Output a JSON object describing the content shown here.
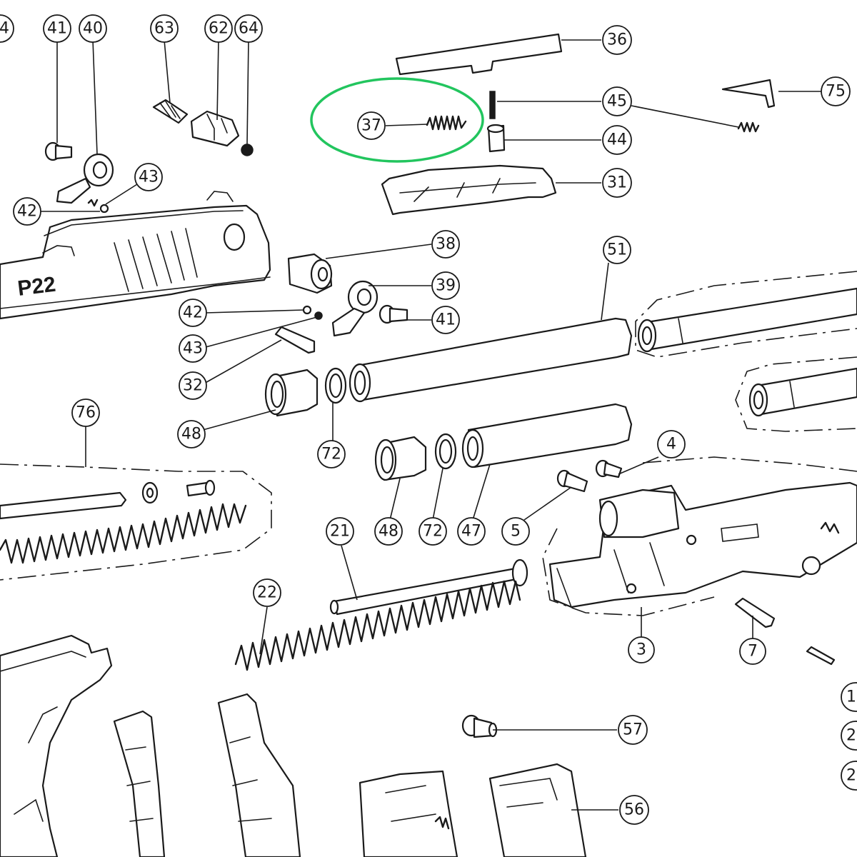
{
  "diagram": {
    "marking_text": "P22",
    "highlight_color": "#22c55e",
    "line_color": "#1a1a1a",
    "callouts": [
      {
        "id": "c-36",
        "label": "36"
      },
      {
        "id": "c-45",
        "label": "45"
      },
      {
        "id": "c-44",
        "label": "44"
      },
      {
        "id": "c-31",
        "label": "31"
      },
      {
        "id": "c-37",
        "label": "37"
      },
      {
        "id": "c-75",
        "label": "75"
      },
      {
        "id": "c-41a",
        "label": "41"
      },
      {
        "id": "c-40",
        "label": "40"
      },
      {
        "id": "c-63",
        "label": "63"
      },
      {
        "id": "c-62",
        "label": "62"
      },
      {
        "id": "c-64",
        "label": "64"
      },
      {
        "id": "c-43a",
        "label": "43"
      },
      {
        "id": "c-42a",
        "label": "42"
      },
      {
        "id": "c-38",
        "label": "38"
      },
      {
        "id": "c-39",
        "label": "39"
      },
      {
        "id": "c-41b",
        "label": "41"
      },
      {
        "id": "c-42b",
        "label": "42"
      },
      {
        "id": "c-43b",
        "label": "43"
      },
      {
        "id": "c-32",
        "label": "32"
      },
      {
        "id": "c-51",
        "label": "51"
      },
      {
        "id": "c-48a",
        "label": "48"
      },
      {
        "id": "c-72a",
        "label": "72"
      },
      {
        "id": "c-76",
        "label": "76"
      },
      {
        "id": "c-4",
        "label": "4"
      },
      {
        "id": "c-5",
        "label": "5"
      },
      {
        "id": "c-47",
        "label": "47"
      },
      {
        "id": "c-72b",
        "label": "72"
      },
      {
        "id": "c-48b",
        "label": "48"
      },
      {
        "id": "c-21",
        "label": "21"
      },
      {
        "id": "c-22",
        "label": "22"
      },
      {
        "id": "c-3",
        "label": "3"
      },
      {
        "id": "c-7",
        "label": "7"
      },
      {
        "id": "c-57",
        "label": "57"
      },
      {
        "id": "c-56",
        "label": "56"
      },
      {
        "id": "c-edge-1",
        "label": "1"
      },
      {
        "id": "c-edge-2a",
        "label": "2"
      },
      {
        "id": "c-edge-2b",
        "label": "2"
      },
      {
        "id": "c-edge-4",
        "label": "4"
      }
    ]
  }
}
